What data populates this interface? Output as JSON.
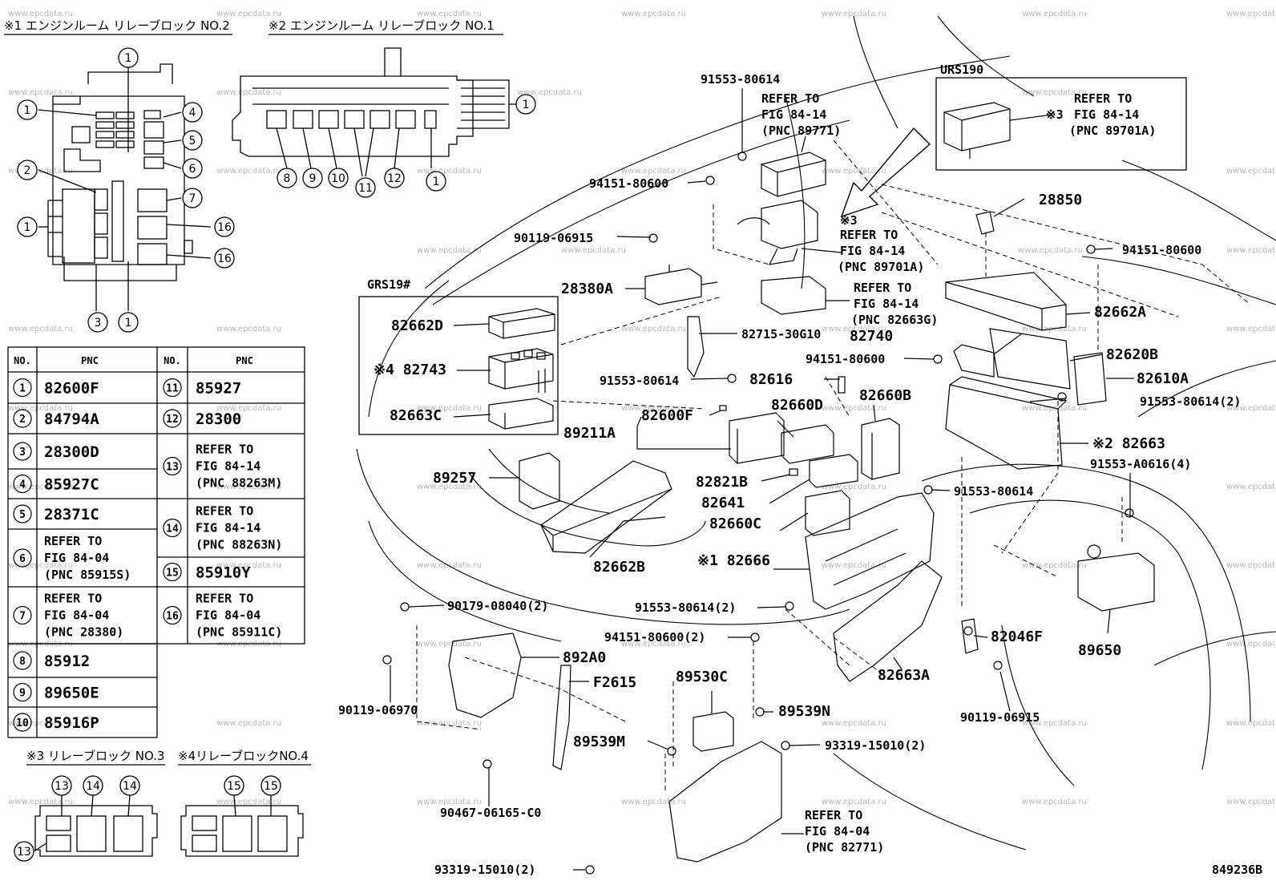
{
  "watermark": "www.epcdata.ru",
  "diagram_code": "849236B",
  "insets": {
    "relay_no2": "※1 エンジンルーム リレーブロック NO.2",
    "relay_no1": "※2 エンジンルーム リレーブロック NO.1",
    "relay_no3": "※3 リレーブロック NO.3",
    "relay_no4": "※4リレーブロックNO.4"
  },
  "pnc_table": {
    "col_no": "NO.",
    "col_pnc": "PNC",
    "left": [
      {
        "no": "1",
        "pnc": [
          "82600F"
        ]
      },
      {
        "no": "2",
        "pnc": [
          "84794A"
        ]
      },
      {
        "no": "3",
        "pnc": [
          "28300D"
        ]
      },
      {
        "no": "4",
        "pnc": [
          "85927C"
        ]
      },
      {
        "no": "5",
        "pnc": [
          "28371C"
        ]
      },
      {
        "no": "6",
        "pnc": [
          "REFER TO",
          "FIG 84-04",
          "(PNC 85915S)"
        ]
      },
      {
        "no": "7",
        "pnc": [
          "REFER TO",
          "FIG 84-04",
          "(PNC 28380)"
        ]
      },
      {
        "no": "8",
        "pnc": [
          "85912"
        ]
      },
      {
        "no": "9",
        "pnc": [
          "89650E"
        ]
      },
      {
        "no": "10",
        "pnc": [
          "85916P"
        ]
      }
    ],
    "right": [
      {
        "no": "11",
        "pnc": [
          "85927"
        ]
      },
      {
        "no": "12",
        "pnc": [
          "28300"
        ]
      },
      {
        "no": "13",
        "pnc": [
          "REFER TO",
          "FIG 84-14",
          "(PNC 88263M)"
        ]
      },
      {
        "no": "14",
        "pnc": [
          "REFER TO",
          "FIG 84-14",
          "(PNC 88263N)"
        ]
      },
      {
        "no": "15",
        "pnc": [
          "85910Y"
        ]
      },
      {
        "no": "16",
        "pnc": [
          "REFER TO",
          "FIG 84-04",
          "(PNC 85911C)"
        ]
      }
    ]
  },
  "variants": {
    "grs": "GRS19#",
    "urs": "URS190"
  },
  "callouts": {
    "c01": "91553-80614",
    "c02a": "REFER TO",
    "c02b": "FIG 84-14",
    "c02c": "(PNC 89771)",
    "c03": "94151-80600",
    "c04": "90119-06915",
    "c05a": "※3",
    "c05b": "REFER TO",
    "c05c": "FIG 84-14",
    "c05d": "(PNC 89701A)",
    "c06": "28380A",
    "c07a": "REFER TO",
    "c07b": "FIG 84-14",
    "c07c": "(PNC 82663G)",
    "c08": "82715-30G10",
    "c09": "82662D",
    "c10": "※4 82743",
    "c11": "82663C",
    "c12": "91553-80614",
    "c13": "82616",
    "c14": "94151-80600",
    "c15": "82740",
    "c16": "82662A",
    "c17": "82620B",
    "c18": "82610A",
    "c19": "91553-80614(2)",
    "c20": "82660D",
    "c21": "82660B",
    "c22": "82600F",
    "c23": "89211A",
    "c24": "※2 82663",
    "c25": "91553-A0616(4)",
    "c26": "89257",
    "c27": "82821B",
    "c28": "82641",
    "c29": "91553-80614",
    "c30": "82660C",
    "c31": "※1 82666",
    "c32": "82662B",
    "c33": "90179-08040(2)",
    "c34": "91553-80614(2)",
    "c35": "94151-80600(2)",
    "c36": "82046F",
    "c37": "89650",
    "c38": "892A0",
    "c39": "F2615",
    "c40": "89530C",
    "c41": "82663A",
    "c42": "90119-06970",
    "c43": "89539N",
    "c44": "90119-06915",
    "c45": "89539M",
    "c46": "93319-15010(2)",
    "c47": "90467-06165-C0",
    "c48a": "REFER TO",
    "c48b": "FIG 84-04",
    "c48c": "(PNC 82771)",
    "c49": "93319-15010(2)",
    "c50": "28850",
    "c51": "94151-80600",
    "c52a": "REFER TO",
    "c52b": "FIG 84-14",
    "c52c": "(PNC 89701A)",
    "c52d": "※3"
  }
}
